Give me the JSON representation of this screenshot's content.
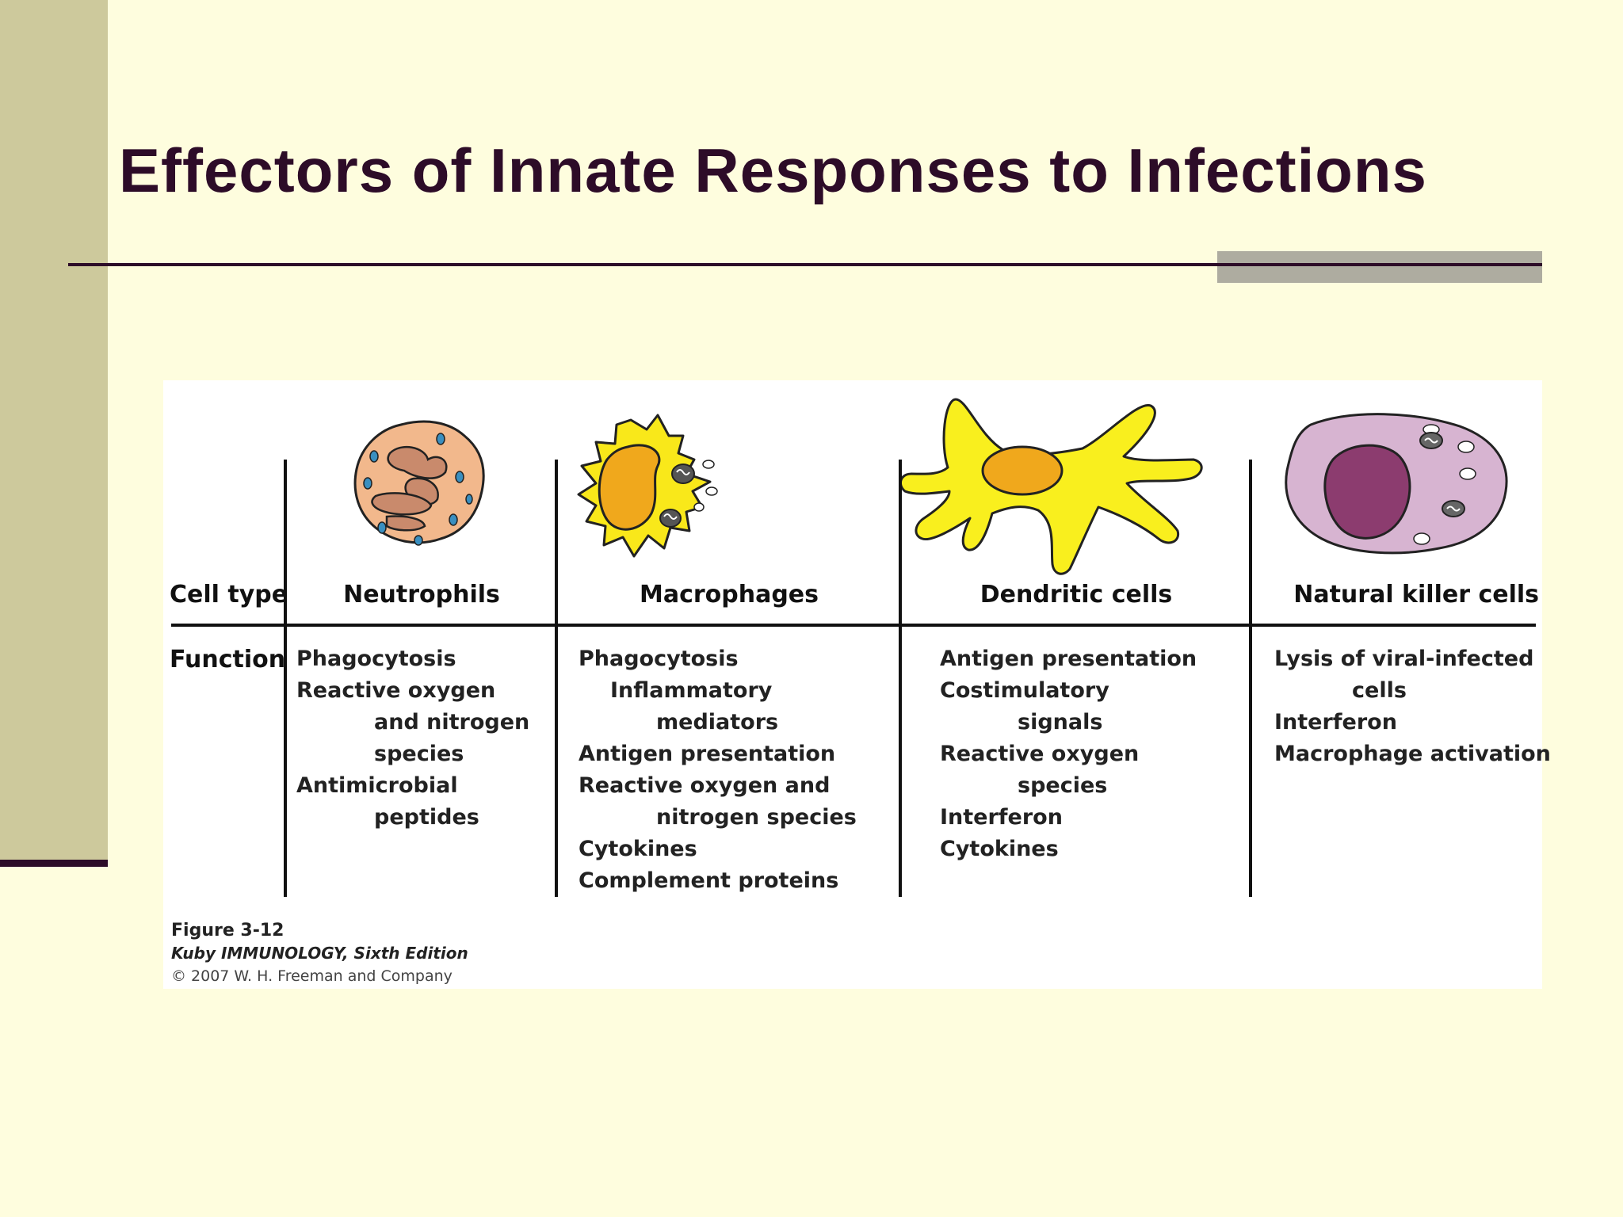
{
  "slide": {
    "title": "Effectors of Innate Responses to Infections"
  },
  "table": {
    "row_labels": {
      "cell_type": "Cell type",
      "function": "Function"
    },
    "columns": [
      {
        "name": "Neutrophils",
        "functions": [
          "Phagocytosis",
          "Reactive oxygen",
          "and nitrogen",
          "species",
          "Antimicrobial",
          "peptides"
        ]
      },
      {
        "name": "Macrophages",
        "functions": [
          "Phagocytosis",
          "Inflammatory",
          "mediators",
          "Antigen presentation",
          "Reactive oxygen and",
          "nitrogen species",
          "Cytokines",
          "Complement proteins"
        ]
      },
      {
        "name": "Dendritic cells",
        "functions": [
          "Antigen presentation",
          "Costimulatory",
          "signals",
          "Reactive oxygen",
          "species",
          "Interferon",
          "Cytokines"
        ]
      },
      {
        "name": "Natural killer cells",
        "functions": [
          "Lysis of viral-infected",
          "cells",
          "Interferon",
          "Macrophage activation"
        ]
      }
    ]
  },
  "caption": {
    "figure": "Figure 3-12",
    "book": "Kuby IMMUNOLOGY, Sixth Edition",
    "copyright": "© 2007 W. H. Freeman and Company"
  },
  "colors": {
    "background": "#fefdde",
    "band": "#cdc99c",
    "title": "#2d0c28",
    "neutrophil": "#f2b88c",
    "macrophage": "#f9e81a",
    "dendritic": "#f9ef1e",
    "nk_cell": "#d7b4d1"
  },
  "icons": [
    "neutrophil-icon",
    "macrophage-icon",
    "dendritic-cell-icon",
    "natural-killer-cell-icon"
  ]
}
